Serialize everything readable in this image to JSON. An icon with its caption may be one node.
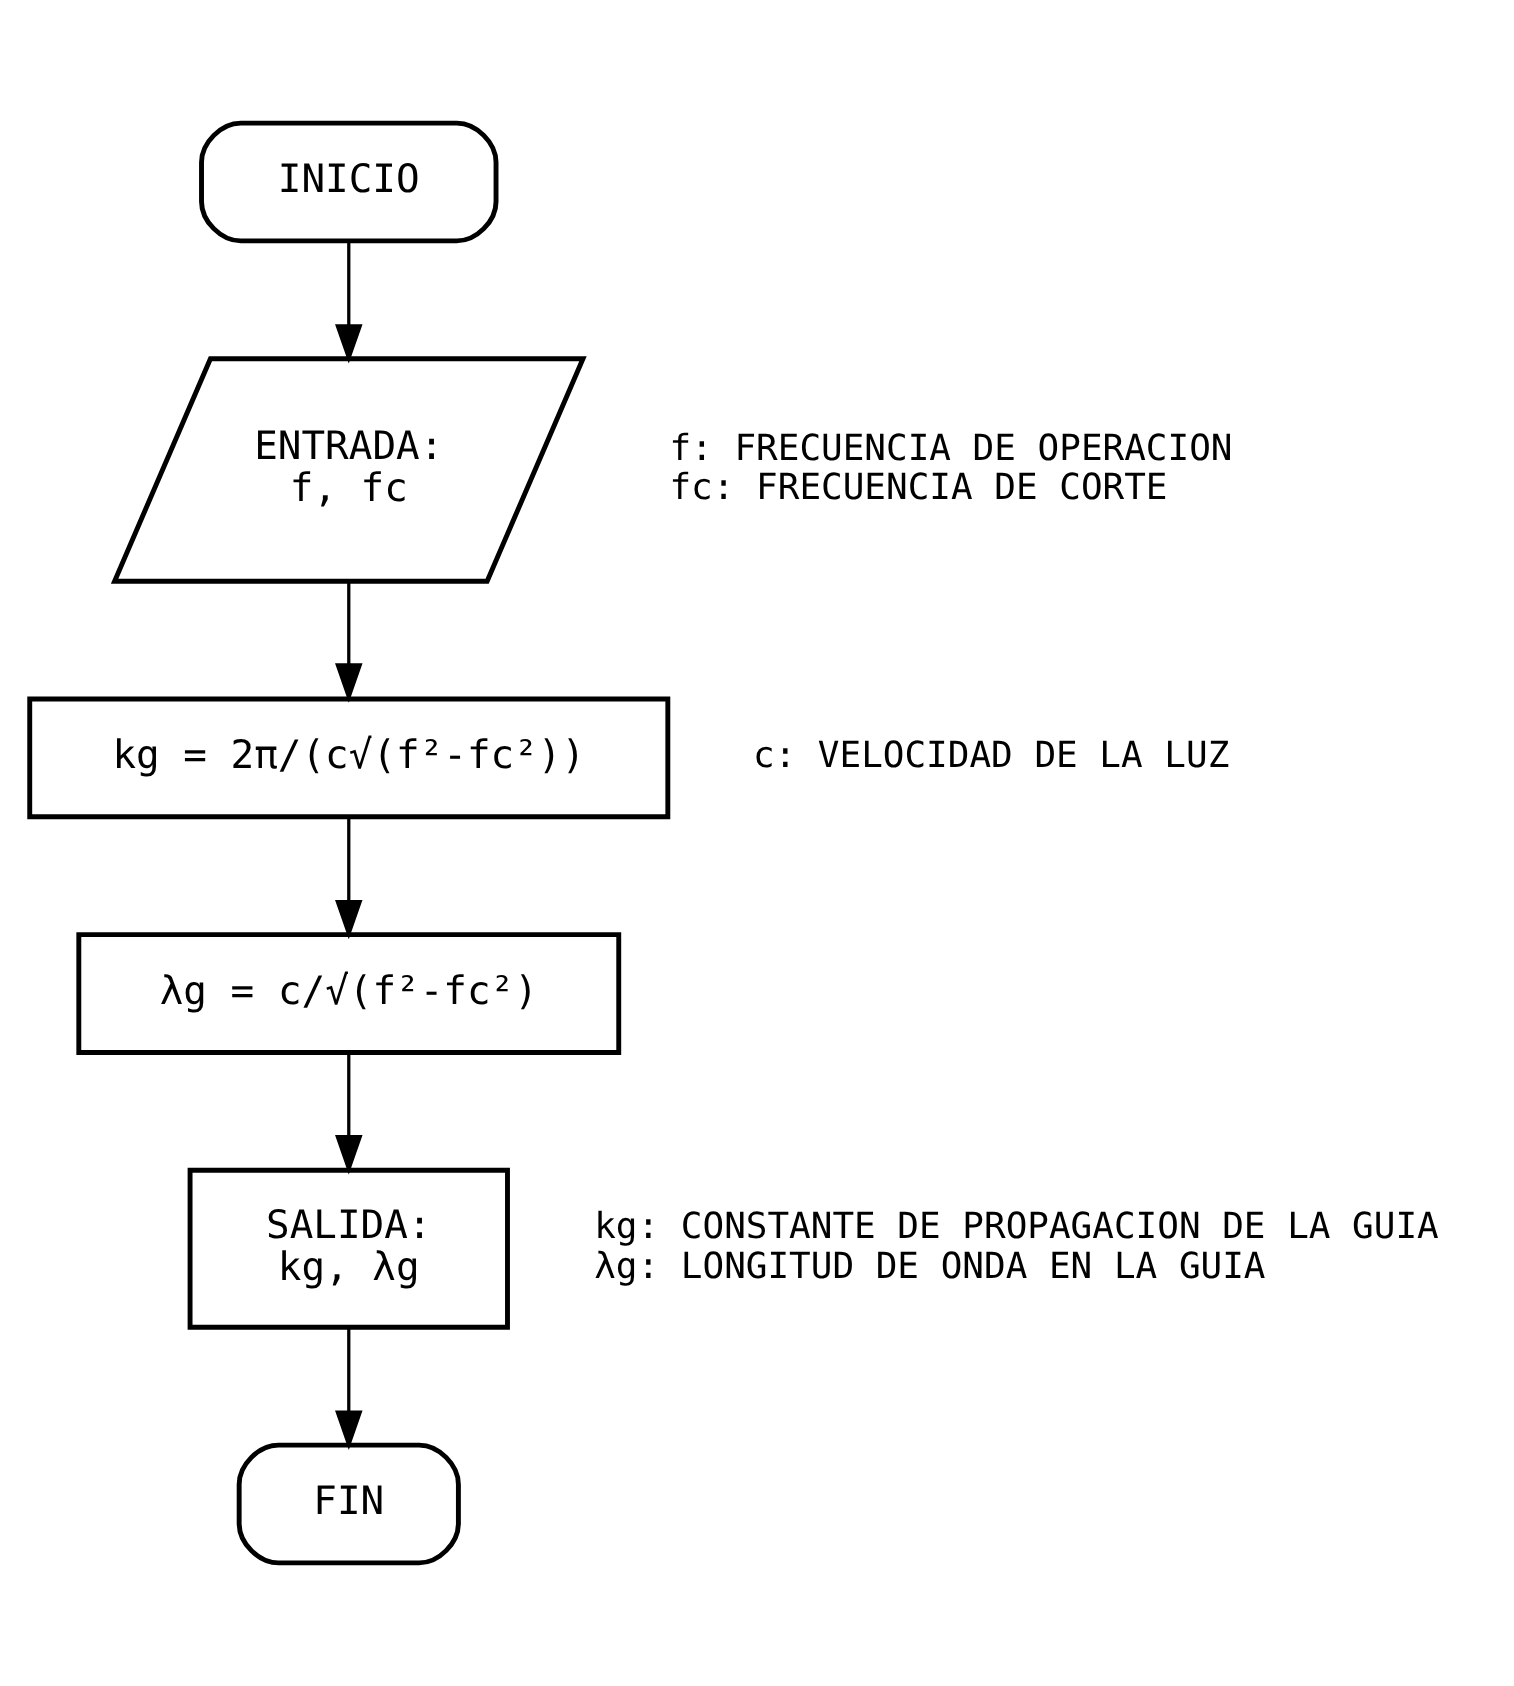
{
  "diagram": {
    "nodes": [
      {
        "text": [
          "INICIO"
        ]
      },
      {
        "text": [
          "ENTRADA:",
          "f, fc"
        ],
        "beside": [
          "f: FRECUENCIA DE OPERACION",
          "fc: FRECUENCIA DE CORTE"
        ]
      },
      {
        "text": [
          "kg = 2π/(c√(f²-fc²))"
        ],
        "beside": [
          "c: VELOCIDAD DE LA LUZ"
        ]
      },
      {
        "text": [
          "λg = c/√(f²-fc²)"
        ]
      },
      {
        "text": [
          "SALIDA:",
          "kg, λg"
        ],
        "beside": [
          "kg: CONSTANTE DE PROPAGACION DE LA GUIA",
          "λg: LONGITUD DE ONDA EN LA GUIA"
        ]
      },
      {
        "text": [
          "FIN"
        ]
      }
    ],
    "edges": [
      {
        "from": 0,
        "to": 1,
        "arrow": "to"
      },
      {
        "from": 1,
        "to": 2,
        "arrow": "to"
      },
      {
        "from": 2,
        "to": 3,
        "arrow": "to"
      },
      {
        "from": 3,
        "to": 4,
        "arrow": "to"
      },
      {
        "from": 4,
        "to": 5,
        "arrow": "to"
      }
    ]
  }
}
